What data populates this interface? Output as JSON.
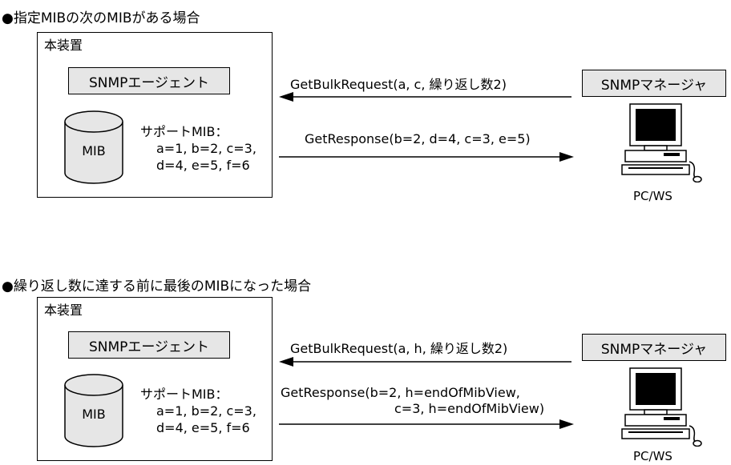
{
  "sections": [
    {
      "title": "●指定MIBの次のMIBがある場合",
      "device_label": "本装置",
      "agent_label": "SNMPエージェント",
      "mib_label": "MIB",
      "support_lines": [
        "サポートMIB：",
        "a=1, b=2, c=3,",
        "d=4, e=5, f=6"
      ],
      "request_label": "GetBulkRequest(a, c, 繰り返し数2)",
      "response_lines": [
        "GetResponse(b=2, d=4, c=3, e=5)"
      ],
      "manager_label": "SNMPマネージャ",
      "pc_label": "PC/WS"
    },
    {
      "title": "●繰り返し数に達する前に最後のMIBになった場合",
      "device_label": "本装置",
      "agent_label": "SNMPエージェント",
      "mib_label": "MIB",
      "support_lines": [
        "サポートMIB：",
        "a=1, b=2, c=3,",
        "d=4, e=5, f=6"
      ],
      "request_label": "GetBulkRequest(a, h, 繰り返し数2)",
      "response_lines": [
        "GetResponse(b=2, h=endOfMibView,",
        "c=3, h=endOfMibView)"
      ],
      "manager_label": "SNMPマネージャ",
      "pc_label": "PC/WS"
    }
  ]
}
